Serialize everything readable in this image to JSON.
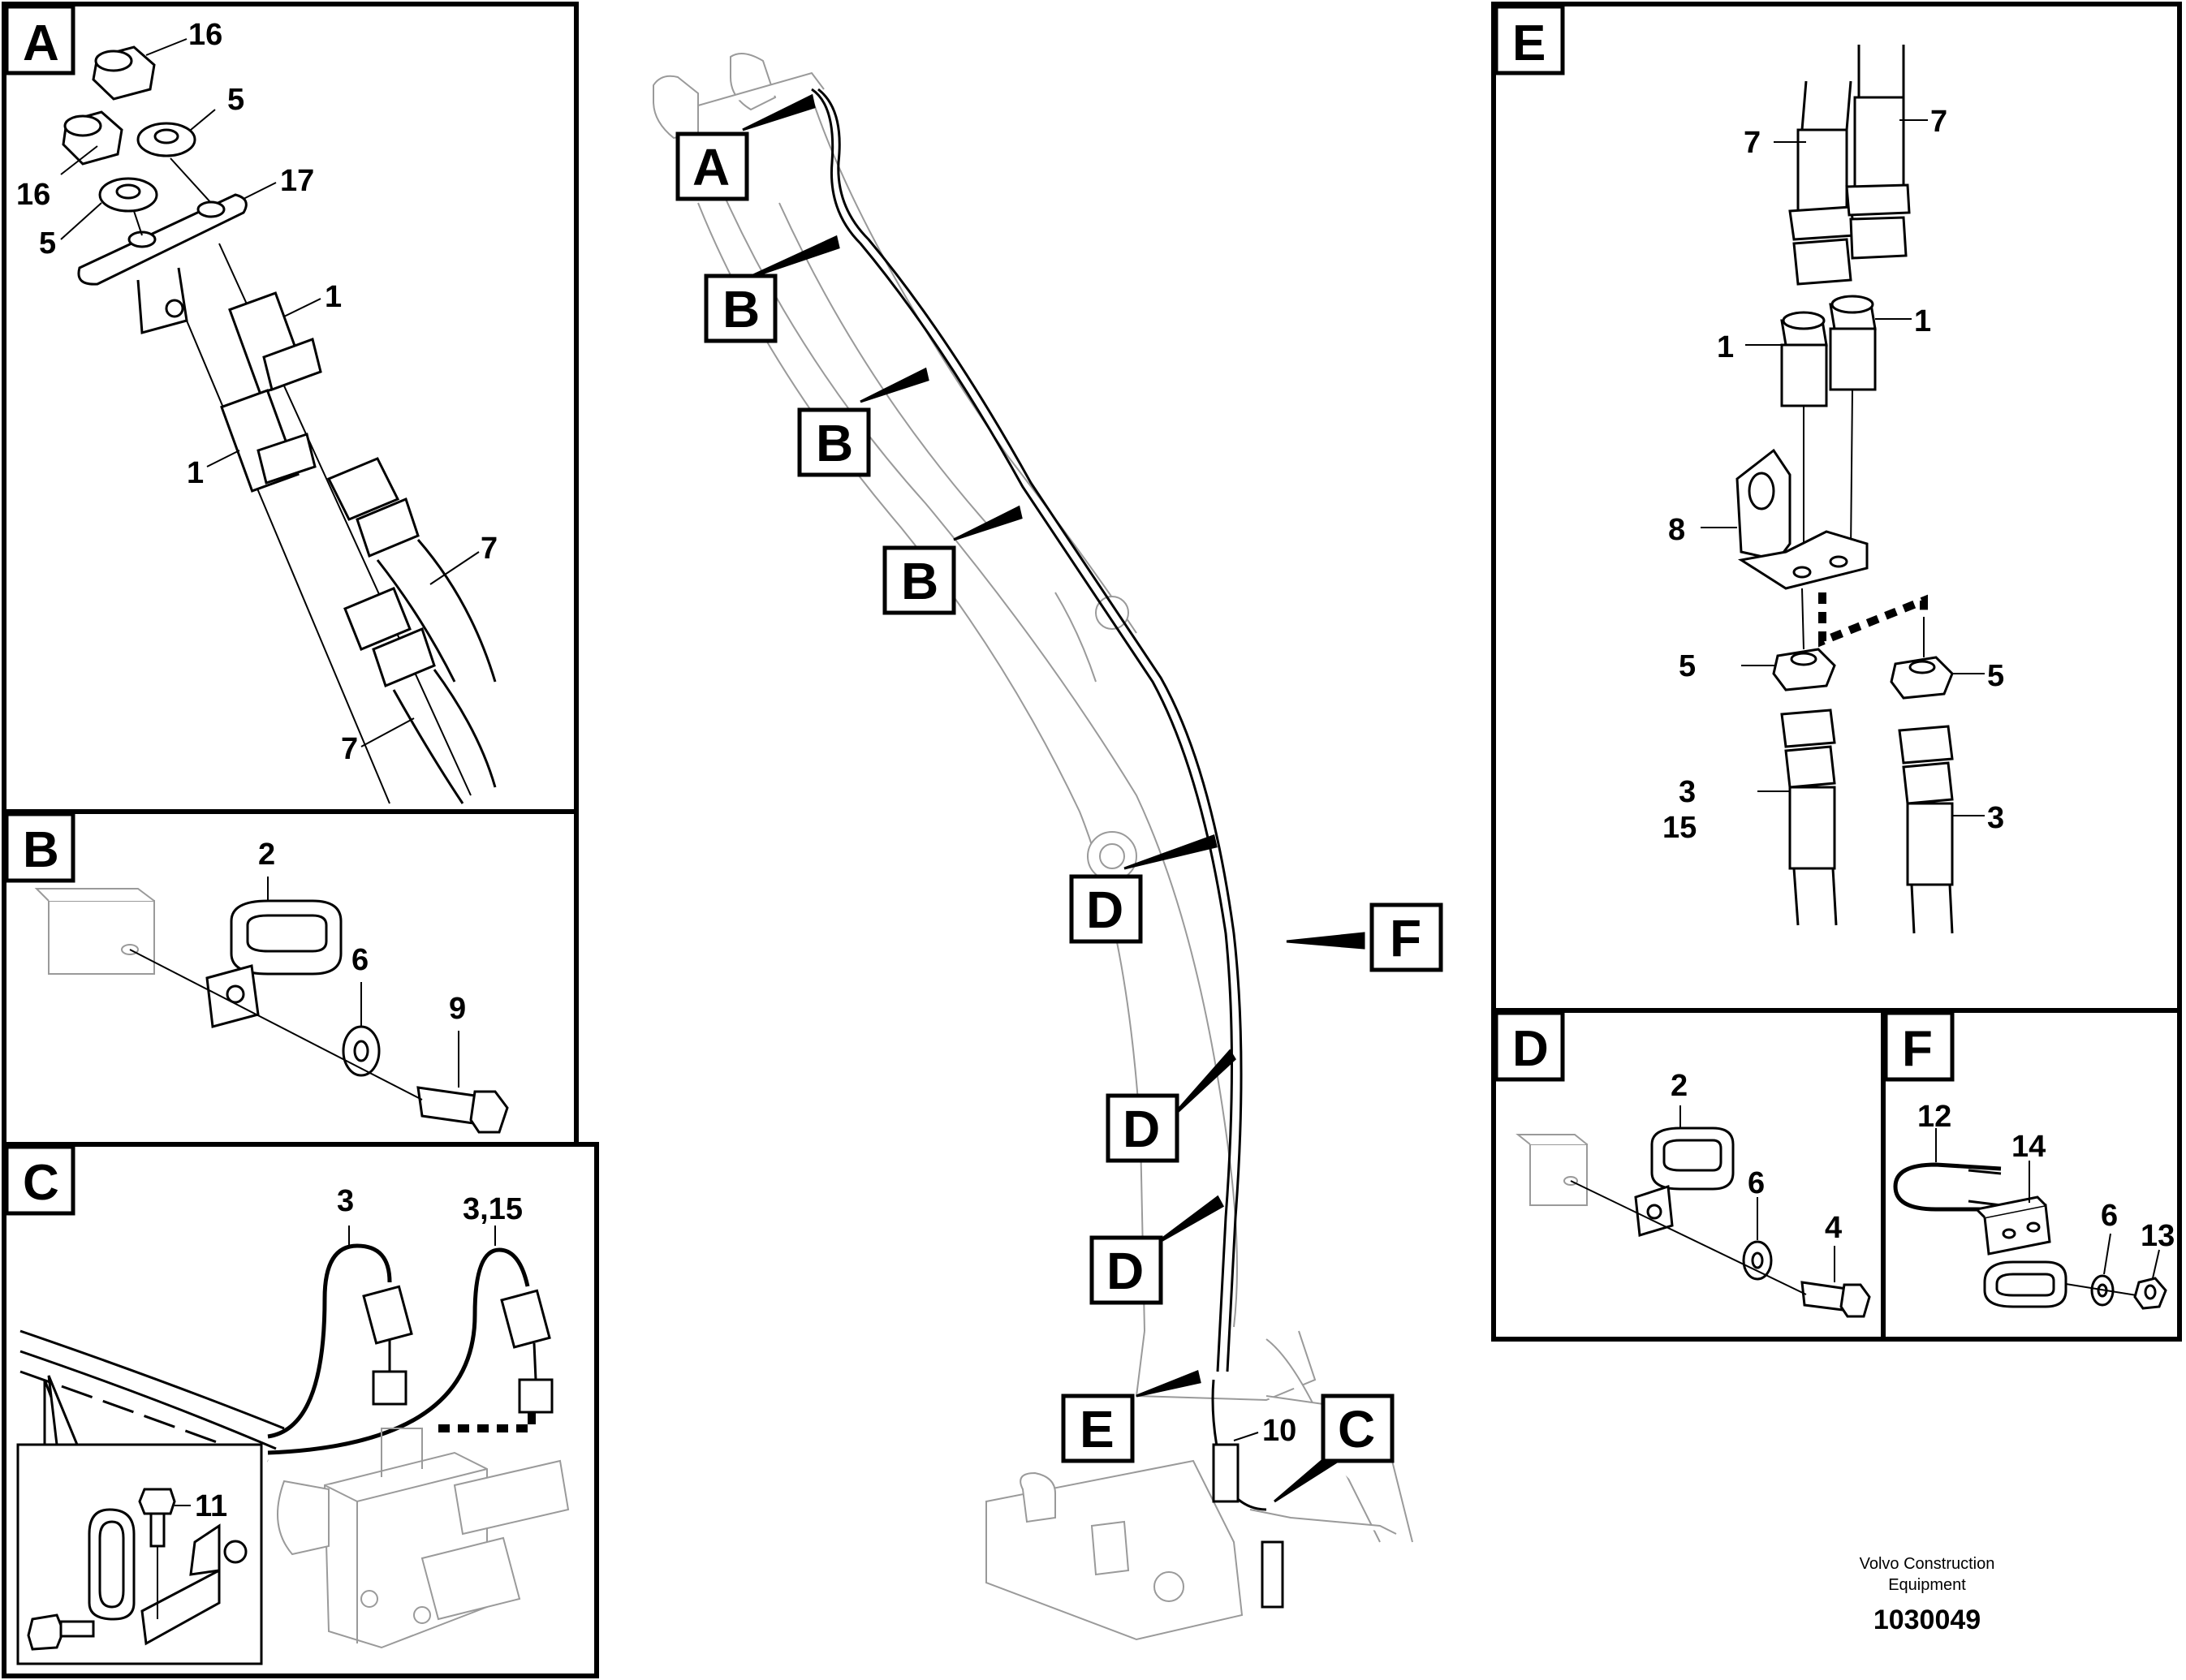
{
  "panels": {
    "A": {
      "badge": "A",
      "labels": [
        "16",
        "5",
        "16",
        "17",
        "5",
        "1",
        "1",
        "7",
        "7"
      ]
    },
    "B": {
      "badge": "B",
      "labels": [
        "2",
        "6",
        "9"
      ]
    },
    "C": {
      "badge": "C",
      "labels": [
        "3",
        "3,15",
        "11"
      ]
    },
    "E": {
      "badge": "E",
      "labels": [
        "7",
        "7",
        "1",
        "1",
        "8",
        "5",
        "5",
        "3",
        "15",
        "3"
      ]
    },
    "D": {
      "badge": "D",
      "labels": [
        "2",
        "6",
        "4"
      ]
    },
    "F": {
      "badge": "F",
      "labels": [
        "12",
        "14",
        "6",
        "13"
      ]
    }
  },
  "boom": {
    "callouts": [
      "A",
      "B",
      "B",
      "B",
      "D",
      "D",
      "D",
      "E",
      "C",
      "F"
    ],
    "part_label": "10"
  },
  "footer": {
    "credit_line1": "Volvo Construction",
    "credit_line2": "Equipment",
    "doc_number": "1030049"
  }
}
